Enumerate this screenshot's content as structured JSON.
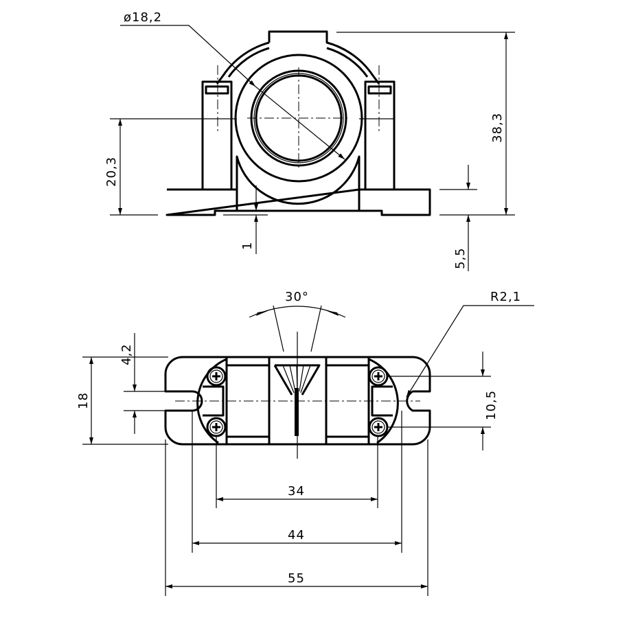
{
  "drawing": {
    "top_view": {
      "diameter_label": "ø18,2",
      "height_total_label": "38,3",
      "center_height_label": "20,3",
      "recess_label": "1",
      "base_thickness_label": "5,5"
    },
    "bottom_view": {
      "angle_label": "30°",
      "radius_label": "R2,1",
      "slot_width_label": "4,2",
      "depth_label": "18",
      "hole_spacing_y_label": "10,5",
      "hole_spacing_x_label": "34",
      "slot_spacing_label": "44",
      "overall_length_label": "55"
    }
  }
}
